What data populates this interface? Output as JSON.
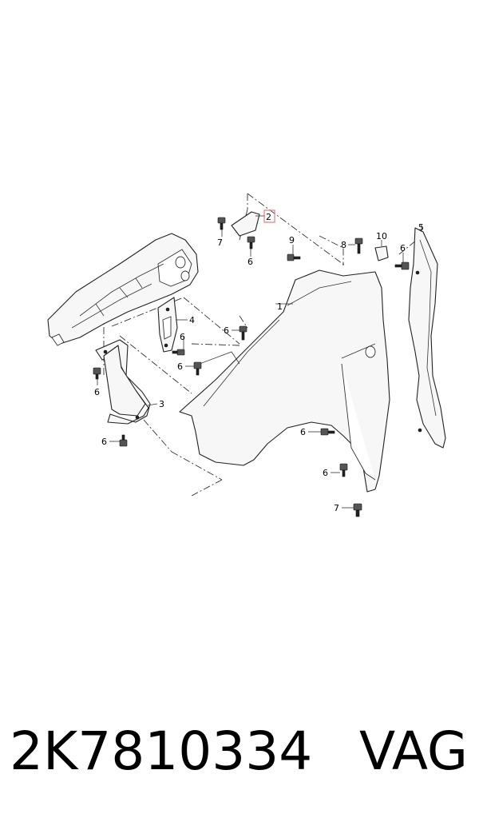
{
  "callouts": {
    "c1": "1",
    "c2": "2",
    "c3": "3",
    "c4": "4",
    "c5": "5",
    "c6": "6",
    "c7": "7",
    "c8": "8",
    "c9": "9",
    "c10": "10"
  },
  "colors": {
    "highlight_box": "#e87a7a",
    "line": "#222222"
  },
  "footer": {
    "part_number": "2K7810334",
    "brand": "VAG"
  }
}
